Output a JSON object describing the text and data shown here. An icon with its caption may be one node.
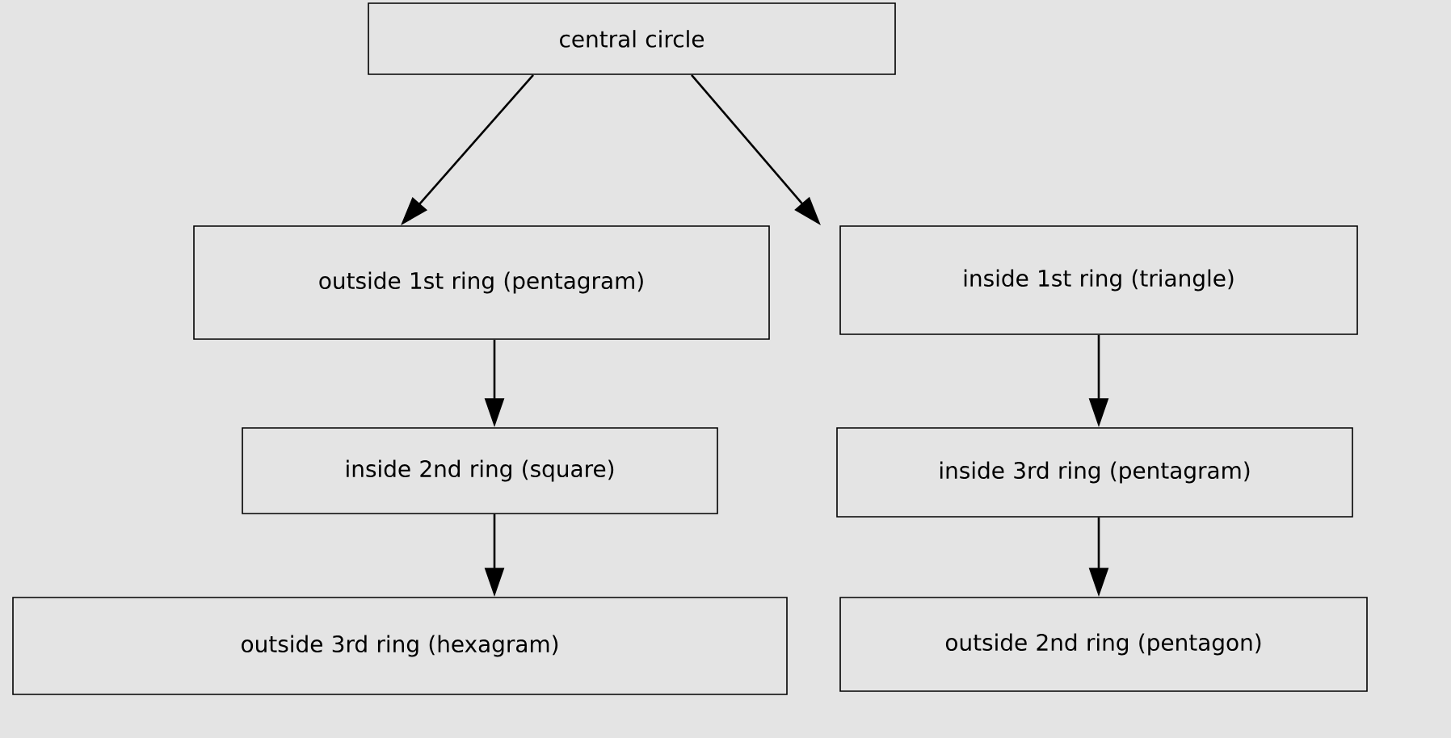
{
  "diagram": {
    "nodes": [
      {
        "text": [
          "central circle"
        ]
      },
      {
        "text": [
          "outside 1st ring (pentagram)"
        ]
      },
      {
        "text": [
          "inside 1st ring (triangle)"
        ]
      },
      {
        "text": [
          "inside 2nd ring (square)"
        ]
      },
      {
        "text": [
          "inside 3rd ring (pentagram)"
        ]
      },
      {
        "text": [
          "outside 3rd ring (hexagram)"
        ]
      },
      {
        "text": [
          "outside 2nd ring (pentagon)"
        ]
      }
    ],
    "edges": [
      {
        "from": 0,
        "to": 1,
        "arrow": "to"
      },
      {
        "from": 0,
        "to": 2,
        "arrow": "to"
      },
      {
        "from": 1,
        "to": 3,
        "arrow": "to"
      },
      {
        "from": 2,
        "to": 4,
        "arrow": "to"
      },
      {
        "from": 3,
        "to": 5,
        "arrow": "to"
      },
      {
        "from": 4,
        "to": 6,
        "arrow": "to"
      }
    ]
  }
}
